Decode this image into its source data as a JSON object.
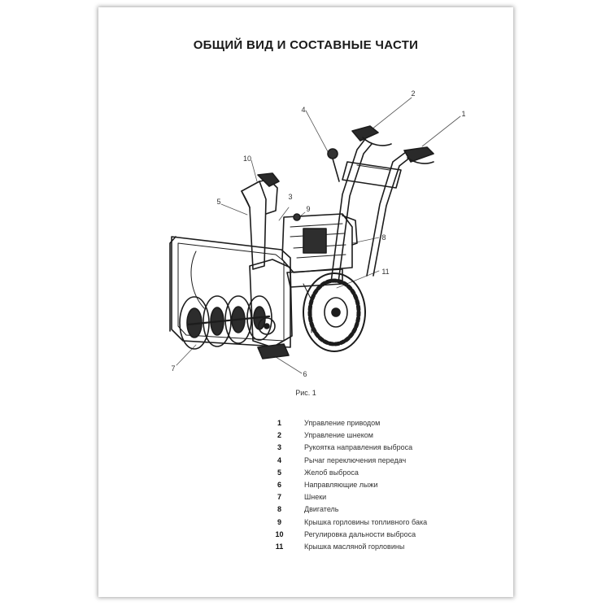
{
  "title": "ОБЩИЙ ВИД И СОСТАВНЫЕ ЧАСТИ",
  "caption": "Рис. 1",
  "drawing": {
    "icon": "snow-blower-illustration"
  },
  "callouts": [
    "1",
    "2",
    "3",
    "4",
    "5",
    "6",
    "7",
    "8",
    "9",
    "10",
    "11"
  ],
  "legend": [
    {
      "num": "1",
      "text": "Управление приводом"
    },
    {
      "num": "2",
      "text": "Управление шнеком"
    },
    {
      "num": "3",
      "text": "Рукоятка направления выброса"
    },
    {
      "num": "4",
      "text": "Рычаг переключения передач"
    },
    {
      "num": "5",
      "text": "Желоб выброса"
    },
    {
      "num": "6",
      "text": "Направляющие лыжи"
    },
    {
      "num": "7",
      "text": "Шнеки"
    },
    {
      "num": "8",
      "text": "Двигатель"
    },
    {
      "num": "9",
      "text": "Крышка горловины топливного бака"
    },
    {
      "num": "10",
      "text": "Регулировка дальности выброса"
    },
    {
      "num": "11",
      "text": "Крышка масляной горловины"
    }
  ]
}
